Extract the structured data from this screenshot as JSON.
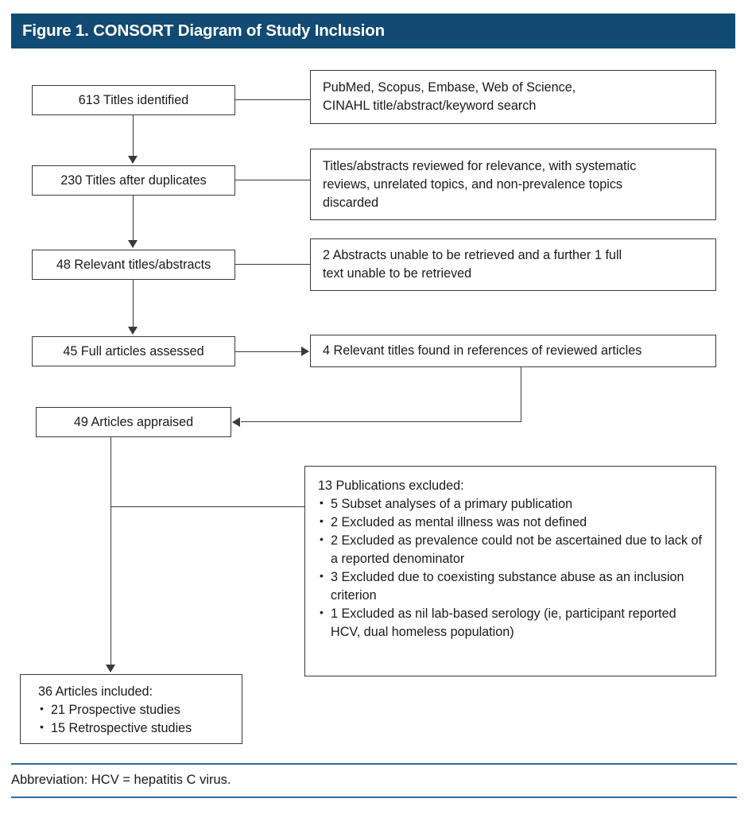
{
  "figure": {
    "title": "Figure 1. CONSORT Diagram of Study Inclusion",
    "title_bar_color": "#114A72",
    "box_border_color": "#3a3a3a",
    "rule_color": "#2E6B9E",
    "footnote": "Abbreviation: HCV = hepatitis C virus."
  },
  "flow": {
    "left_nodes": [
      {
        "id": "titles-identified",
        "label": "613 Titles identified"
      },
      {
        "id": "titles-after-dupes",
        "label": "230 Titles after duplicates"
      },
      {
        "id": "relevant-abstracts",
        "label": "48 Relevant titles/abstracts"
      },
      {
        "id": "full-articles",
        "label": "45 Full articles assessed"
      },
      {
        "id": "articles-appraised",
        "label": "49 Articles appraised"
      }
    ],
    "right_nodes": [
      {
        "id": "search-sources",
        "lines": [
          "PubMed, Scopus, Embase, Web of Science,",
          "CINAHL title/abstract/keyword search"
        ]
      },
      {
        "id": "screening-criteria",
        "lines": [
          "Titles/abstracts reviewed for relevance, with systematic",
          "reviews, unrelated topics, and non-prevalence topics",
          "discarded"
        ]
      },
      {
        "id": "unretrievable",
        "lines": [
          "2 Abstracts unable to be retrieved and a further 1 full",
          "text unable to be retrieved"
        ]
      },
      {
        "id": "references-found",
        "lines": [
          "4 Relevant titles found in references of reviewed articles"
        ]
      }
    ],
    "excluded": {
      "id": "publications-excluded",
      "heading": "13 Publications excluded:",
      "items": [
        "5 Subset analyses of a primary publication",
        "2 Excluded as mental illness was not defined",
        "2 Excluded as prevalence could not be ascertained due to lack of a reported denominator",
        "3 Excluded due to coexisting substance abuse as an inclusion criterion",
        "1 Excluded as nil lab-based serology (ie, participant reported HCV, dual homeless population)"
      ]
    },
    "included": {
      "id": "articles-included",
      "heading": "36 Articles included:",
      "items": [
        "21 Prospective studies",
        "15 Retrospective studies"
      ]
    }
  },
  "chart_data": {
    "type": "diagram",
    "title": "Figure 1. CONSORT Diagram of Study Inclusion",
    "stages": [
      {
        "label": "613 Titles identified",
        "n": 613
      },
      {
        "label": "230 Titles after duplicates",
        "n": 230
      },
      {
        "label": "48 Relevant titles/abstracts",
        "n": 48
      },
      {
        "label": "45 Full articles assessed",
        "n": 45
      },
      {
        "label": "49 Articles appraised",
        "n": 49
      },
      {
        "label": "36 Articles included",
        "n": 36
      }
    ],
    "additions": [
      {
        "label": "4 Relevant titles found in references of reviewed articles",
        "n": 4
      }
    ],
    "exclusions": [
      {
        "label": "5 Subset analyses of a primary publication",
        "n": 5
      },
      {
        "label": "2 Excluded as mental illness was not defined",
        "n": 2
      },
      {
        "label": "2 Excluded as prevalence could not be ascertained due to lack of a reported denominator",
        "n": 2
      },
      {
        "label": "3 Excluded due to coexisting substance abuse as an inclusion criterion",
        "n": 3
      },
      {
        "label": "1 Excluded as nil lab-based serology (ie, participant reported HCV, dual homeless population)",
        "n": 1
      }
    ],
    "included_breakdown": [
      {
        "label": "21 Prospective studies",
        "n": 21
      },
      {
        "label": "15 Retrospective studies",
        "n": 15
      }
    ]
  }
}
